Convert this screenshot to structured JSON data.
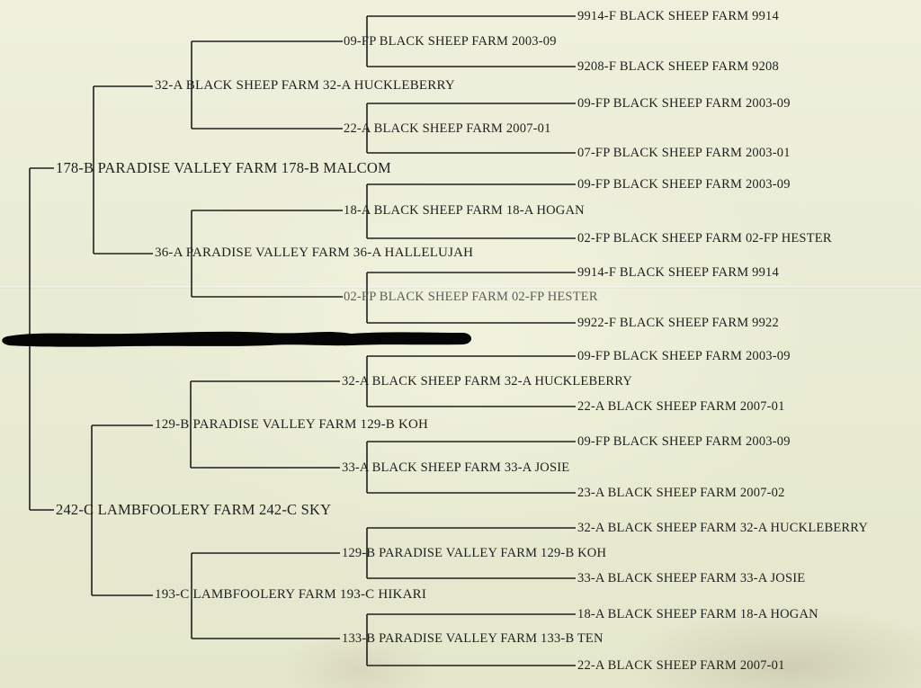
{
  "pedigree": {
    "sire": {
      "label": "178-B PARADISE VALLEY FARM 178-B MALCOM",
      "sire": {
        "label": "32-A BLACK SHEEP FARM 32-A HUCKLEBERRY",
        "sire": {
          "label": "09-FP BLACK SHEEP FARM 2003-09",
          "sire": "9914-F BLACK SHEEP FARM 9914",
          "dam": "9208-F BLACK SHEEP FARM 9208"
        },
        "dam": {
          "label": "22-A BLACK SHEEP FARM 2007-01",
          "sire": "09-FP BLACK SHEEP FARM 2003-09",
          "dam": "07-FP BLACK SHEEP FARM 2003-01"
        }
      },
      "dam": {
        "label": "36-A PARADISE VALLEY FARM 36-A HALLELUJAH",
        "sire": {
          "label": "18-A BLACK SHEEP FARM 18-A HOGAN",
          "sire": "09-FP BLACK SHEEP FARM 2003-09",
          "dam": "02-FP BLACK SHEEP FARM 02-FP HESTER"
        },
        "dam": {
          "label": "02-FP BLACK SHEEP FARM 02-FP HESTER",
          "sire": "9914-F BLACK SHEEP FARM 9914",
          "dam": "9922-F BLACK SHEEP FARM 9922"
        }
      }
    },
    "dam": {
      "label": "242-C LAMBFOOLERY FARM 242-C SKY",
      "sire": {
        "label": "129-B PARADISE VALLEY FARM 129-B KOH",
        "sire": {
          "label": "32-A BLACK SHEEP FARM 32-A HUCKLEBERRY",
          "sire": "09-FP BLACK SHEEP FARM 2003-09",
          "dam": "22-A BLACK SHEEP FARM 2007-01"
        },
        "dam": {
          "label": "33-A BLACK SHEEP FARM 33-A JOSIE",
          "sire": "09-FP BLACK SHEEP FARM 2003-09",
          "dam": "23-A BLACK SHEEP FARM 2007-02"
        }
      },
      "dam": {
        "label": "193-C LAMBFOOLERY FARM 193-C HIKARI",
        "sire": {
          "label": "129-B PARADISE VALLEY FARM 129-B KOH",
          "sire": "32-A BLACK SHEEP FARM 32-A HUCKLEBERRY",
          "dam": "33-A BLACK SHEEP FARM 33-A JOSIE"
        },
        "dam": {
          "label": "133-B PARADISE VALLEY FARM 133-B TEN",
          "sire": "18-A BLACK SHEEP FARM 18-A HOGAN",
          "dam": "22-A BLACK SHEEP FARM 2007-01"
        }
      }
    }
  },
  "colors": {
    "paper": "#e9ecd4",
    "ink": "#1f1f1f",
    "redaction": "#050505"
  }
}
